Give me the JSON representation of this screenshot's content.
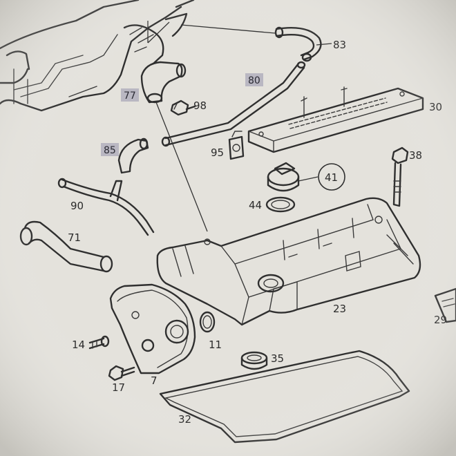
{
  "callouts": {
    "c83": "83",
    "c80": "80",
    "c77": "77",
    "c98": "98",
    "c30": "30",
    "c85": "85",
    "c95": "95",
    "c38": "38",
    "c41": "41",
    "c44": "44",
    "c90": "90",
    "c71": "71",
    "c23": "23",
    "c29": "29",
    "c14": "14",
    "c11": "11",
    "c35": "35",
    "c17": "17",
    "c7": "7",
    "c32": "32"
  },
  "colors": {
    "paper": "#e4e2dc",
    "line": "#2f2f2f",
    "highlight": "#b9b7c2"
  }
}
